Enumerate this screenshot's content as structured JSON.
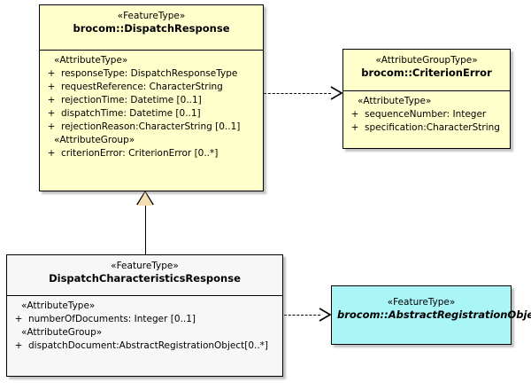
{
  "diagram": {
    "type": "uml-class-diagram",
    "background_color": "#ffffff",
    "classes": [
      {
        "id": "dispatch-response",
        "stereotype": "«FeatureType»",
        "name": "brocom::DispatchResponse",
        "abstract": false,
        "fill_color": "#ffffcc",
        "compartments": [
          {
            "group": "«AttributeType»",
            "attributes": [
              {
                "visibility": "+",
                "text": "responseType: DispatchResponseType"
              },
              {
                "visibility": "+",
                "text": "requestReference: CharacterString"
              },
              {
                "visibility": "+",
                "text": "rejectionTime: Datetime [0..1]"
              },
              {
                "visibility": "+",
                "text": "dispatchTime: Datetime [0..1]"
              },
              {
                "visibility": "+",
                "text": "rejectionReason:CharacterString [0..1]"
              }
            ]
          },
          {
            "group": "«AttributeGroup»",
            "attributes": [
              {
                "visibility": "+",
                "text": "criterionError: CriterionError [0..*]"
              }
            ]
          }
        ]
      },
      {
        "id": "criterion-error",
        "stereotype": "«AttributeGroupType»",
        "name": "brocom::CriterionError",
        "abstract": false,
        "fill_color": "#ffffcc",
        "compartments": [
          {
            "group": "«AttributeType»",
            "attributes": [
              {
                "visibility": "+",
                "text": "sequenceNumber: Integer"
              },
              {
                "visibility": "+",
                "text": "specification:CharacterString"
              }
            ]
          }
        ]
      },
      {
        "id": "dispatch-characteristics-response",
        "stereotype": "«FeatureType»",
        "name": "DispatchCharacteristicsResponse",
        "abstract": false,
        "fill_color": "#f7f7f7",
        "compartments": [
          {
            "group": "«AttributeType»",
            "attributes": [
              {
                "visibility": "+",
                "text": "numberOfDocuments: Integer [0..1]"
              }
            ]
          },
          {
            "group": "«AttributeGroup»",
            "attributes": [
              {
                "visibility": "+",
                "text": "dispatchDocument:AbstractRegistrationObject[0..*]"
              }
            ]
          }
        ]
      },
      {
        "id": "abstract-registration-object",
        "stereotype": "«FeatureType»",
        "name": "brocom::AbstractRegistrationObject",
        "abstract": true,
        "fill_color": "#aaf5f8",
        "compartments": []
      }
    ],
    "relationships": [
      {
        "id": "generalization-dispatchchar-to-dispatchresponse",
        "kind": "generalization",
        "style": "solid-line-closed-triangle",
        "from": "DispatchCharacteristicsResponse",
        "to": "brocom::DispatchResponse"
      },
      {
        "id": "dependency-dispatchresponse-to-criterionerror",
        "kind": "dependency",
        "style": "dashed-line-open-arrow",
        "from": "brocom::DispatchResponse",
        "to": "brocom::CriterionError"
      },
      {
        "id": "dependency-dispatchchar-to-abstractregistrationobject",
        "kind": "dependency",
        "style": "dashed-line-open-arrow",
        "from": "DispatchCharacteristicsResponse",
        "to": "brocom::AbstractRegistrationObject"
      }
    ]
  }
}
